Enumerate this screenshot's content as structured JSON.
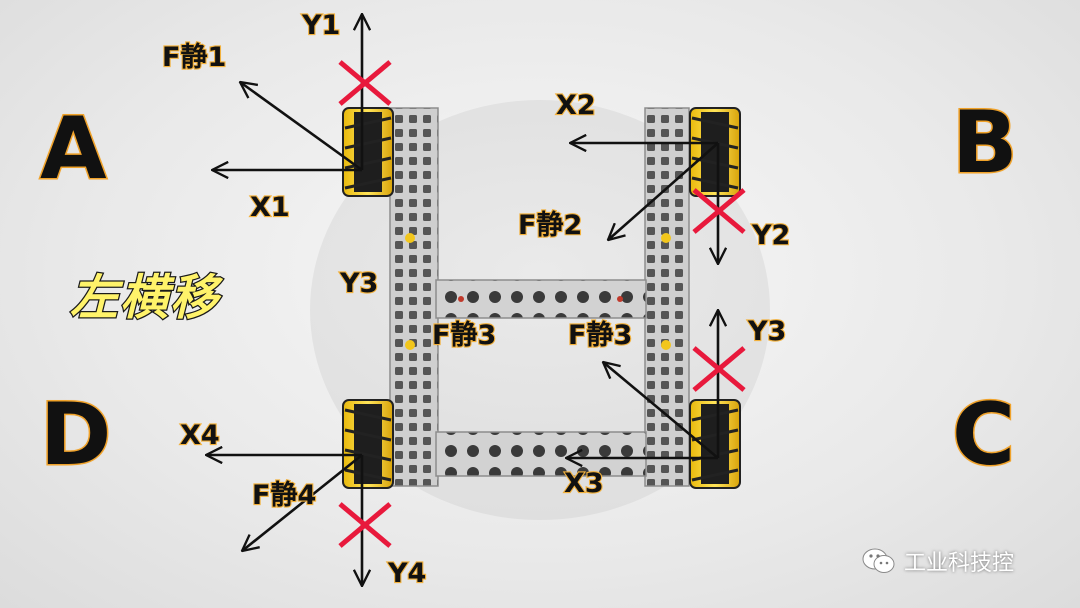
{
  "title": "左横移",
  "watermark": {
    "text": "工业科技控",
    "icon": "wechat-icon"
  },
  "corners": {
    "a": "A",
    "b": "B",
    "c": "C",
    "d": "D"
  },
  "labels": {
    "y1": "Y1",
    "f1": "F静1",
    "x1": "X1",
    "x2": "X2",
    "f2": "F静2",
    "y2": "Y2",
    "y3_left": "Y3",
    "f3_left": "F静3",
    "f3_right": "F静3",
    "y3_right": "Y3",
    "x3": "X3",
    "x4": "X4",
    "f4": "F静4",
    "y4": "Y4"
  },
  "colors": {
    "letter_fill": "#111111",
    "letter_outline": "#f0a22a",
    "title_fill": "#fff36a",
    "cross": "#e8193c",
    "arrow": "#111111",
    "wheel": "#f4cf1f",
    "frame": "#c9c9c9"
  }
}
